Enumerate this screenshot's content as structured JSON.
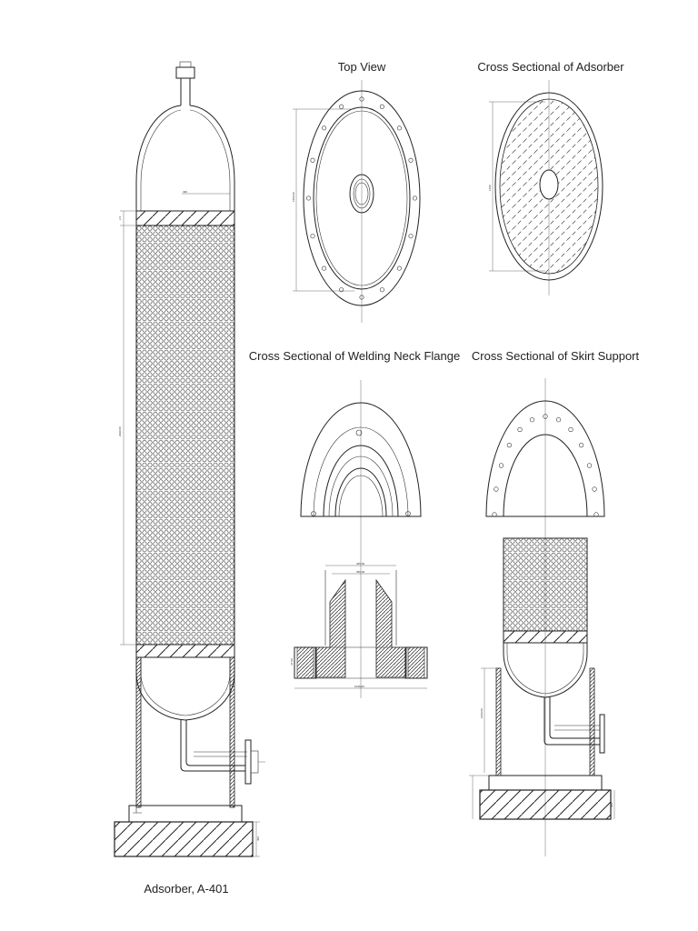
{
  "drawing": {
    "main_caption": "Adsorber, A-401",
    "views": {
      "top_view": "Top View",
      "cross_section_adsorber": "Cross Sectional of Adsorber",
      "cross_section_flange": "Cross Sectional of Welding Neck Flange",
      "cross_section_skirt": "Cross Sectional of Skirt Support"
    }
  }
}
